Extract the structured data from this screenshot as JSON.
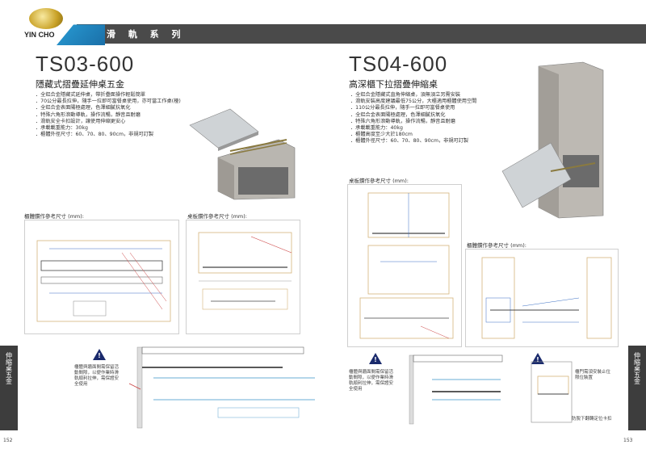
{
  "brand": {
    "name": "YIN CHO"
  },
  "header": {
    "series_title": "滑 軌 系 列"
  },
  "left": {
    "model": "TS03-600",
    "subtitle": "隱藏式摺疊延伸桌五金",
    "features": [
      "．全鋁合金隱藏式延伸桌，帶折疊面操作輕鬆簡單",
      "．70公分最長拉伸，隨手一拉即可當餐桌使用，亦可當工作桌(檯)",
      "．全鋁合金表面陽極處理，色澤細膩抗氧化",
      "．特殊六角形滾動導軌，操作流暢，靜音且耐磨",
      "．滑軌安全卡扣設計，讓使用伸縮更安心",
      "．承載載重能力：30kg",
      "．櫃體外徑尺寸：60、70、80、90cm，非規可訂製"
    ],
    "diagram1_label": "櫃體鑽作參考尺寸 (mm):",
    "diagram2_label": "桌板鑽作參考尺寸 (mm):",
    "note": "櫃體與牆面間需保留活動間隙，以便作業時滑軌順利拉伸，需保證安全使用"
  },
  "right": {
    "model": "TS04-600",
    "subtitle": "高深櫃下拉摺疊伸縮桌",
    "features": [
      "．全鋁合金隱藏式直角伸縮桌，須無須立另需安裝",
      "．滑軌安裝高度建議最低75公分，大櫃適用櫃體使用空間",
      "．110公分最長拉伸，隨手一拉即可當餐桌使用",
      "．全鋁合金表面陽極處理，色澤細膩抗氧化",
      "．特殊六角形滾動導軌，操作流暢，靜音且耐磨",
      "．承載載重能力：40kg",
      "．櫃體高度至少大於180cm",
      "．櫃體外徑尺寸：60、70、80、90cm，非規可訂製"
    ],
    "diagram1_label": "桌板鑽作參考尺寸 (mm):",
    "diagram2_label": "櫃體鑽作參考尺寸 (mm):",
    "note_left": "櫃體與牆面間需保留活動間隙，以便作業時滑軌順利拉伸，需保證安全使用",
    "note_right": "櫃門需須安裝止位限位裝置",
    "note_right2": "防脫下翻轉定位卡扣"
  },
  "side_tab": {
    "text": "伸縮桌五金"
  },
  "pages": {
    "left": "152",
    "right": "153"
  }
}
